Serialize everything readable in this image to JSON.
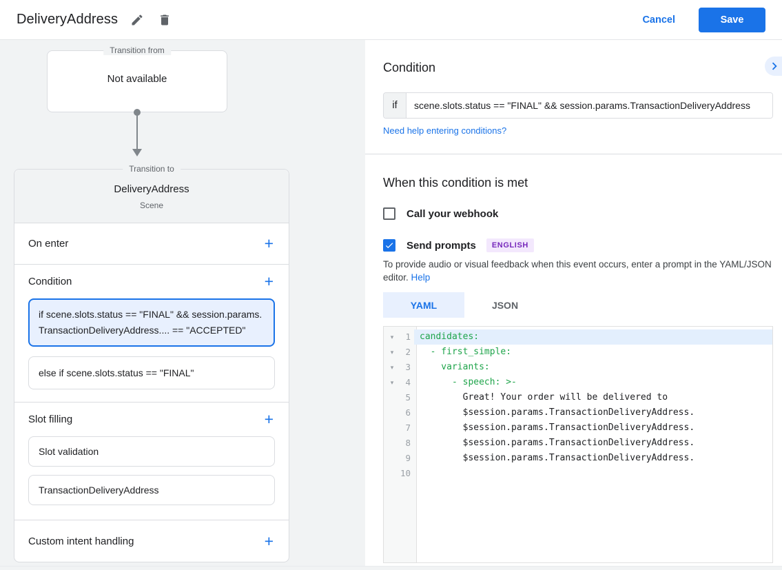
{
  "header": {
    "title": "DeliveryAddress",
    "cancel_label": "Cancel",
    "save_label": "Save",
    "icons": [
      "edit-pencil-icon",
      "delete-trash-icon"
    ]
  },
  "colors": {
    "accent_blue": "#1a73e8",
    "selected_card_bg": "#e8f0fe",
    "panel_bg": "#f1f3f4",
    "badge_bg": "#f3e8fd",
    "badge_text": "#7627bb",
    "code_key_green": "#1ea44a",
    "active_line_bg": "#e3effd"
  },
  "left": {
    "transition_from": {
      "legend": "Transition from",
      "value": "Not available"
    },
    "transition_to": {
      "legend": "Transition to",
      "title": "DeliveryAddress",
      "subtitle": "Scene",
      "on_enter": {
        "label": "On enter",
        "add_icon": "plus-icon",
        "plus": "+"
      },
      "condition": {
        "label": "Condition",
        "plus": "+",
        "cards": [
          {
            "text": "if scene.slots.status == \"FINAL\" && session.params.TransactionDeliveryAddress.... == \"ACCEPTED\"",
            "selected": true
          },
          {
            "text": "else if scene.slots.status == \"FINAL\"",
            "selected": false
          }
        ]
      },
      "slot_filling": {
        "label": "Slot filling",
        "plus": "+",
        "cards": [
          {
            "text": "Slot validation"
          },
          {
            "text": "TransactionDeliveryAddress"
          }
        ]
      },
      "custom_intent": {
        "label": "Custom intent handling",
        "plus": "+"
      }
    }
  },
  "right": {
    "condition": {
      "heading": "Condition",
      "expand_icon": "chevron-right-icon",
      "if_label": "if",
      "expression": "scene.slots.status == \"FINAL\" && session.params.TransactionDeliveryAddress",
      "help_link": "Need help entering conditions?"
    },
    "when_met": {
      "heading": "When this condition is met",
      "webhook": {
        "label": "Call your webhook",
        "checked": false
      },
      "send_prompts": {
        "label": "Send prompts",
        "checked": true,
        "badge": "ENGLISH"
      },
      "description": "To provide audio or visual feedback when this event occurs, enter a prompt in the YAML/JSON editor.",
      "help_label": "Help"
    },
    "tabs": [
      {
        "label": "YAML",
        "selected": true
      },
      {
        "label": "JSON",
        "selected": false
      }
    ],
    "editor": {
      "lines": [
        {
          "num": "1",
          "code": "candidates:",
          "kind": "key",
          "fold": true,
          "active": true
        },
        {
          "num": "2",
          "code": "  - first_simple:",
          "kind": "key",
          "fold": true,
          "active": false
        },
        {
          "num": "3",
          "code": "    variants:",
          "kind": "key",
          "fold": true,
          "active": false
        },
        {
          "num": "4",
          "code": "      - speech: >-",
          "kind": "key",
          "fold": true,
          "active": false
        },
        {
          "num": "5",
          "code": "        Great! Your order will be delivered to",
          "kind": "text",
          "fold": false,
          "active": false
        },
        {
          "num": "6",
          "code": "        $session.params.TransactionDeliveryAddress.",
          "kind": "text",
          "fold": false,
          "active": false
        },
        {
          "num": "7",
          "code": "        $session.params.TransactionDeliveryAddress.",
          "kind": "text",
          "fold": false,
          "active": false
        },
        {
          "num": "8",
          "code": "        $session.params.TransactionDeliveryAddress.",
          "kind": "text",
          "fold": false,
          "active": false
        },
        {
          "num": "9",
          "code": "        $session.params.TransactionDeliveryAddress.",
          "kind": "text",
          "fold": false,
          "active": false
        },
        {
          "num": "10",
          "code": "",
          "kind": "text",
          "fold": false,
          "active": false
        }
      ],
      "fold_glyph": "▾"
    }
  }
}
